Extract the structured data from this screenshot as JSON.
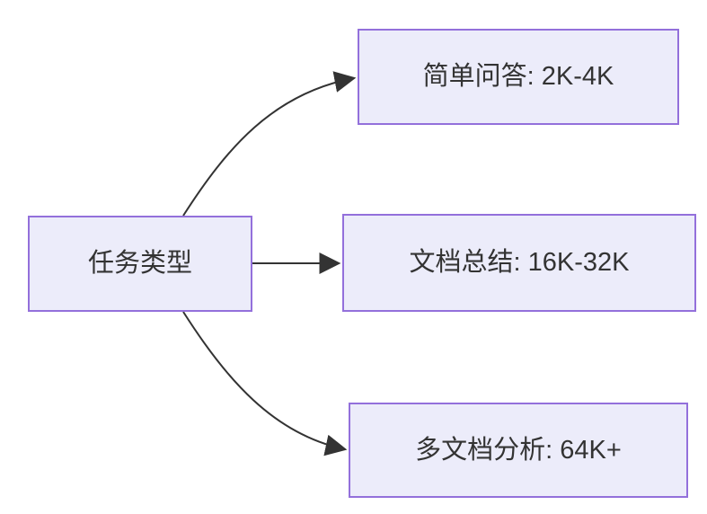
{
  "diagram": {
    "type": "flowchart",
    "direction": "LR",
    "root": {
      "label": "任务类型"
    },
    "branches": [
      {
        "label": "简单问答: 2K-4K"
      },
      {
        "label": "文档总结: 16K-32K"
      },
      {
        "label": "多文档分析: 64K+"
      }
    ],
    "edges": [
      {
        "from": "任务类型",
        "to": "简单问答: 2K-4K"
      },
      {
        "from": "任务类型",
        "to": "文档总结: 16K-32K"
      },
      {
        "from": "任务类型",
        "to": "多文档分析: 64K+"
      }
    ],
    "colors": {
      "node_fill": "#ECECFA",
      "node_border": "#9370DB",
      "edge_line": "#333333",
      "text": "#333333",
      "background": "#FFFFFF"
    }
  }
}
